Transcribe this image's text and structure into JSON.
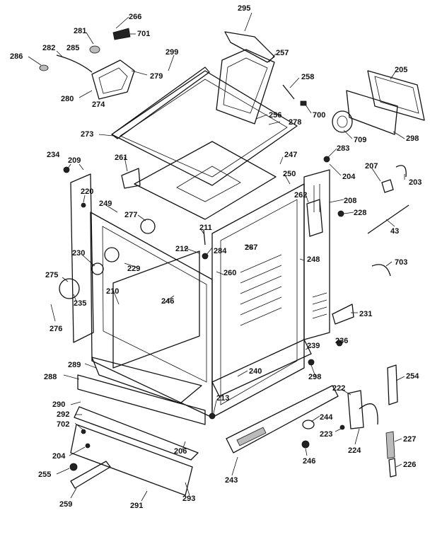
{
  "diagram": {
    "labels": [
      "266",
      "701",
      "281",
      "282",
      "285",
      "286",
      "279",
      "280",
      "274",
      "299",
      "295",
      "257",
      "258",
      "700",
      "205",
      "709",
      "298",
      "256",
      "278",
      "273",
      "261",
      "234",
      "209",
      "220",
      "249",
      "277",
      "211",
      "212",
      "284",
      "287",
      "260",
      "229",
      "230",
      "275",
      "235",
      "276",
      "210",
      "246",
      "247",
      "250",
      "262",
      "283",
      "204",
      "207",
      "203",
      "208",
      "228",
      "43",
      "248",
      "703",
      "231",
      "236",
      "239",
      "298",
      "240",
      "254",
      "289",
      "288",
      "290",
      "292",
      "702",
      "204",
      "255",
      "259",
      "213",
      "206",
      "291",
      "293",
      "243",
      "246",
      "244",
      "223",
      "222",
      "224",
      "227",
      "226"
    ]
  }
}
